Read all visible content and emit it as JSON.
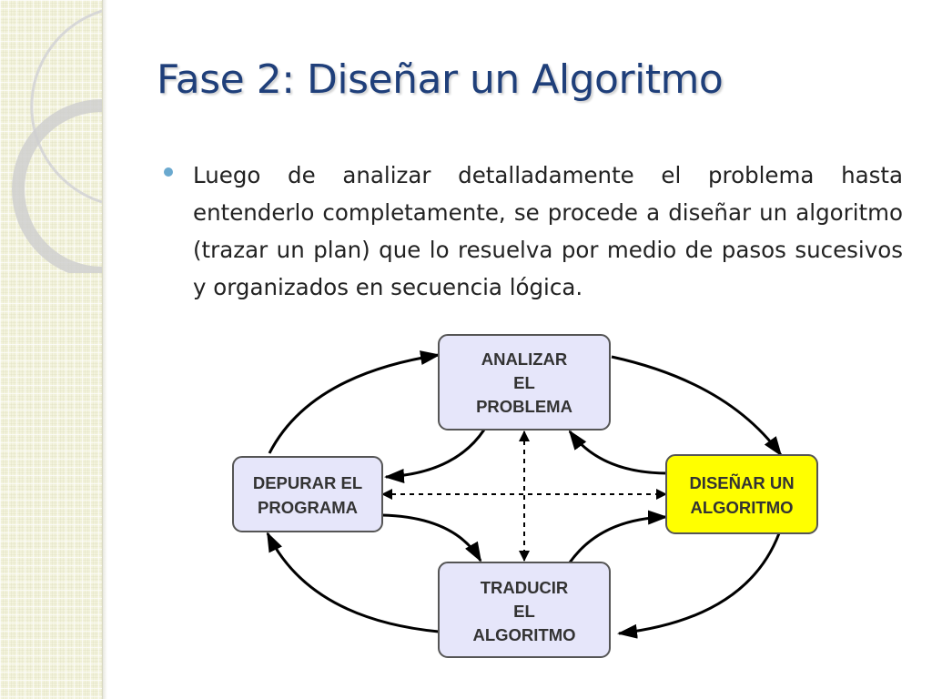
{
  "slide": {
    "title": "Fase 2: Diseñar un Algoritmo",
    "bullet": "Luego de analizar detalladamente el problema hasta entenderlo completamente, se procede a diseñar un algoritmo (trazar un plan) que lo resuelva por medio de pasos sucesivos y organizados en secuencia lógica."
  },
  "diagram": {
    "nodes": {
      "analizar": [
        "ANALIZAR",
        "EL",
        "PROBLEMA"
      ],
      "disenar": [
        "DISEÑAR UN",
        "ALGORITMO"
      ],
      "traducir": [
        "TRADUCIR",
        "EL",
        "ALGORITMO"
      ],
      "depurar": [
        "DEPURAR EL",
        "PROGRAMA"
      ]
    },
    "colors": {
      "node_fill": "#e6e6fa",
      "highlight_fill": "#ffff00",
      "arrow": "#000000",
      "title": "#1f3f7a",
      "bullet": "#6aa9cf"
    }
  }
}
